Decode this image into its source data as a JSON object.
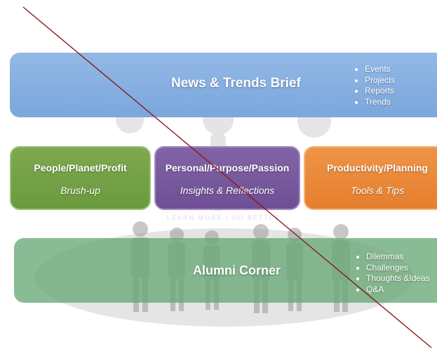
{
  "news": {
    "title": "News & Trends Brief",
    "items": [
      "Events",
      "Projects",
      "Reports",
      "Trends"
    ]
  },
  "pillars": [
    {
      "title": "People/Planet/Profit",
      "subtitle": "Brush-up"
    },
    {
      "title": "Personal/Purpose/Passion",
      "subtitle": "Insights & Reflections"
    },
    {
      "title": "Productivity/Planning",
      "subtitle": "Tools & Tips"
    }
  ],
  "tagline": "LEARN MORE | DO BETTER",
  "alumni": {
    "title": "Alumni Corner",
    "items": [
      "Dilemmas",
      "Challenges",
      "Thoughts &Ideas",
      "Q&A"
    ]
  },
  "colors": {
    "news": "#7ba7dc",
    "people": "#6a9a3d",
    "personal": "#6e4f95",
    "productivity": "#e57f2e",
    "alumni": "#68a876",
    "strike_line": "#8b1a1a"
  }
}
